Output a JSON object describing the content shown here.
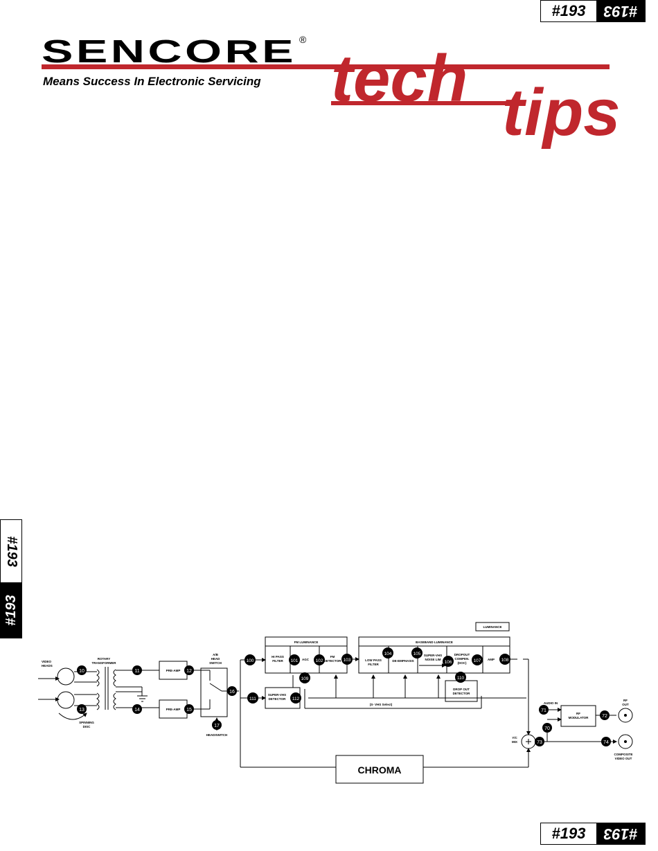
{
  "tab_label": "#193",
  "brand": {
    "name": "SENCORE",
    "registered": "®",
    "slogan": "Means Success In Electronic Servicing",
    "word1": "tech",
    "word2": "tips",
    "color_red": "#c0272d"
  },
  "diagram": {
    "video_heads": [
      "VIDEO",
      "HEADS"
    ],
    "rotary_transformer": [
      "ROTARY",
      "TRANSFORMER"
    ],
    "spinning_disc": [
      "SPINNING",
      "DISC"
    ],
    "preamp": "PRE-AMP",
    "ab_head_switch": [
      "A/B",
      "HEAD",
      "SWITCH"
    ],
    "headswitch": "HEADSWITCH",
    "fm_luminance": "FM LUMINANCE",
    "hi_pass_filter": [
      "HI PASS",
      "FILTER"
    ],
    "agc": "AGC",
    "fm_detector": [
      "FM",
      "DETECTOR"
    ],
    "super_vhs_detector": [
      "SUPER-VHS",
      "DETECTOR"
    ],
    "svhs_select": "(S- VHS Select)",
    "baseband_luminance": "BASEBAND LUMINANCE",
    "luminance": "LUMINANCE",
    "low_pass_filter": [
      "LOW PASS",
      "FILTER"
    ],
    "de_emphasis": "DE-EMPHASIS",
    "super_vhs_noise_lim": [
      "SUPER-VHS",
      "NOISE LIM"
    ],
    "dropout_compen": [
      "DROPOUT",
      "COMPEN.",
      "(DOC)"
    ],
    "amp": "AMP",
    "drop_out_detector": [
      "DROP OUT",
      "DETECTOR"
    ],
    "audio_in": "AUDIO IN",
    "rf_modulator": [
      "RF",
      "MODULATOR"
    ],
    "rf_out": [
      "RF",
      "OUT"
    ],
    "yc_mix": [
      "Y/C",
      "MIX"
    ],
    "composite_video_out": [
      "COMPOSITE",
      "VIDEO OUT"
    ],
    "chroma": "CHROMA",
    "nodes": {
      "n10": "10",
      "n11": "11",
      "n12": "12",
      "n13": "13",
      "n14": "14",
      "n15": "15",
      "n16": "16",
      "n17": "17",
      "n100": "100",
      "n101": "101",
      "n102": "102",
      "n103": "103",
      "n104": "104",
      "n105": "105",
      "n106": "106",
      "n107": "107",
      "n108": "108",
      "n109": "109",
      "n110": "110",
      "n111": "111",
      "n112": "112",
      "n70": "70",
      "n71": "71",
      "n72": "72",
      "n73": "73",
      "n74": "74"
    }
  }
}
